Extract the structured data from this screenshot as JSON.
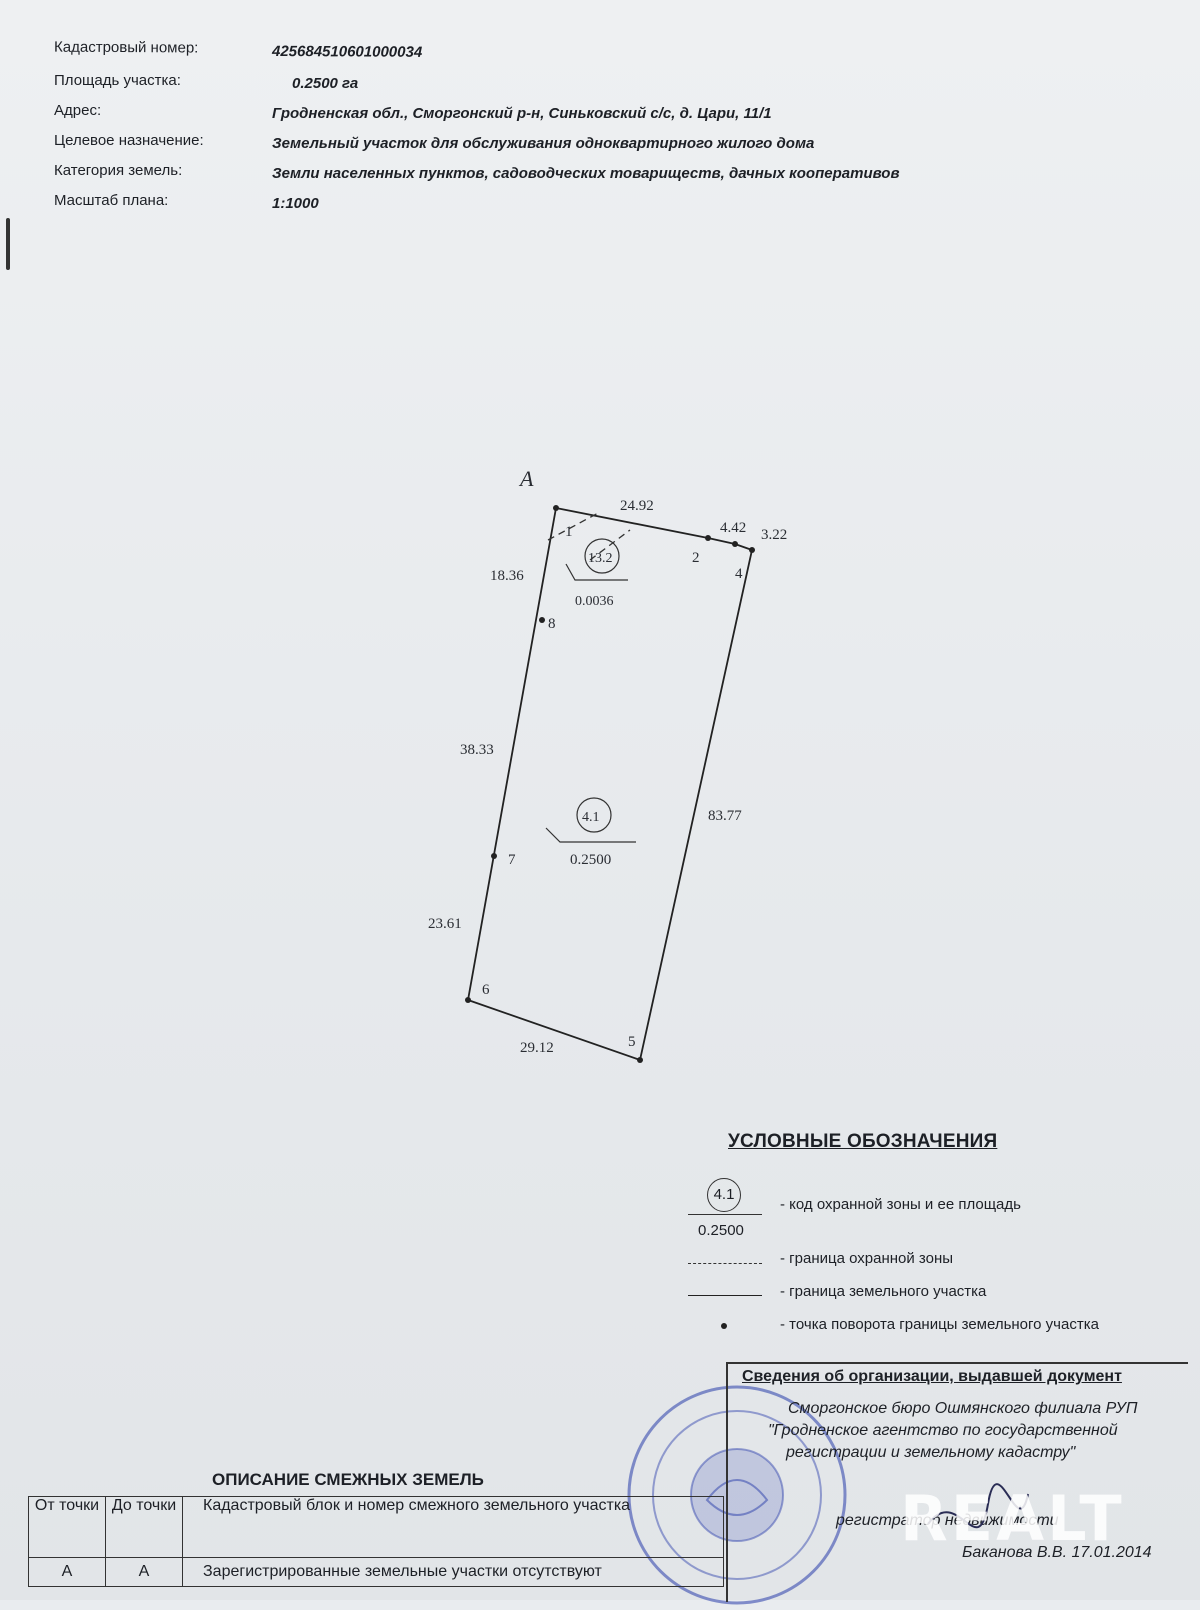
{
  "header": {
    "rows": [
      {
        "label": "Кадастровый номер:",
        "value": "425684510601000034"
      },
      {
        "label": "Площадь участка:",
        "value": "0.2500  га"
      },
      {
        "label": "Адрес:",
        "value": "Гродненская обл., Сморгонский р-н, Синьковский с/с, д. Цари, 11/1"
      },
      {
        "label": "Целевое назначение:",
        "value": "Земельный участок для обслуживания одноквартирного жилого дома"
      },
      {
        "label": "Категория земель:",
        "value": "Земли населенных пунктов, садоводческих товариществ, дачных кооперативов"
      },
      {
        "label": "Масштаб плана:",
        "value": "1:1000"
      }
    ]
  },
  "plan": {
    "start_label": "А",
    "points": [
      "1",
      "2",
      "4",
      "5",
      "6",
      "7",
      "8"
    ],
    "segments": [
      "24.92",
      "4.42",
      "3.22",
      "83.77",
      "29.12",
      "23.61",
      "38.33",
      "18.36"
    ],
    "zones": [
      {
        "code": "13.2",
        "area": "0.0036"
      },
      {
        "code": "4.1",
        "area": "0.2500"
      }
    ]
  },
  "legend": {
    "title": "УСЛОВНЫЕ ОБОЗНАЧЕНИЯ",
    "zone_code": "4.1",
    "zone_area": "0.2500",
    "items": [
      "- код охранной зоны и ее площадь",
      "- граница охранной зоны",
      "- граница земельного участка",
      "- точка поворота границы земельного участка"
    ]
  },
  "organization": {
    "title": "Сведения об организации, выдавшей документ",
    "lines": [
      "Сморгонское бюро Ошмянского филиала РУП",
      "\"Гродненское агентство по государственной",
      "регистрации и земельному кадастру\""
    ],
    "role": "регистратор недвижимости",
    "signatory": "Баканова В.В.   17.01.2014"
  },
  "adjacent": {
    "title": "ОПИСАНИЕ СМЕЖНЫХ ЗЕМЕЛЬ",
    "headers": [
      "От точки",
      "До точки",
      "Кадастровый блок и номер смежного земельного участка"
    ],
    "rows": [
      [
        "А",
        "А",
        "Зарегистрированные земельные участки отсутствуют"
      ]
    ]
  },
  "watermark": "REALT",
  "colors": {
    "paper": "#e9ecef",
    "ink": "#1d2026"
  }
}
